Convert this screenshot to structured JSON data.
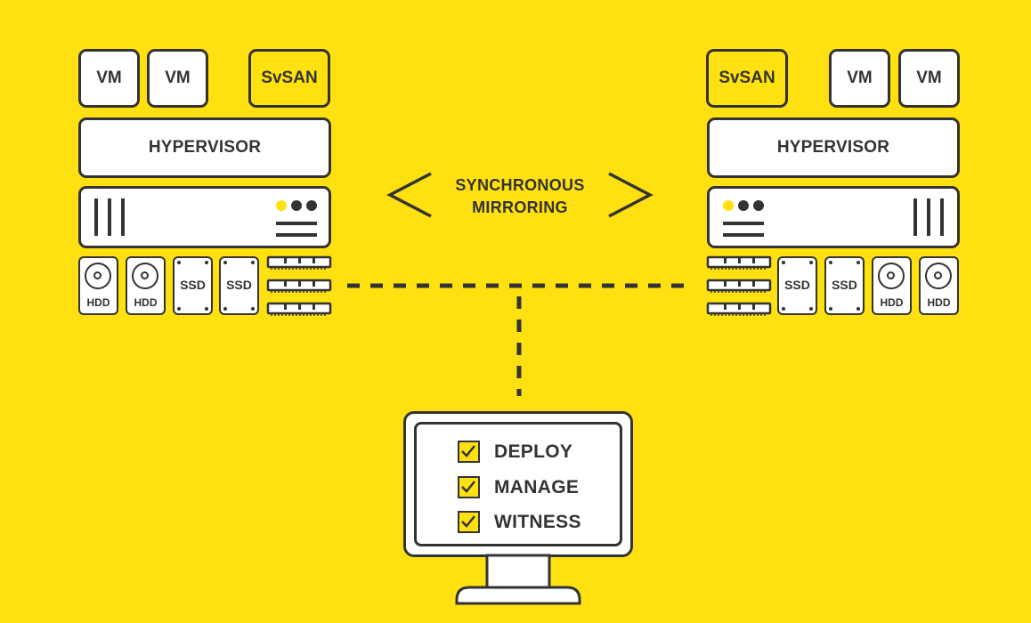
{
  "left_host": {
    "vm1": "VM",
    "vm2": "VM",
    "svsan": "SvSAN",
    "hypervisor": "HYPERVISOR",
    "disks": [
      "HDD",
      "HDD",
      "SSD",
      "SSD"
    ]
  },
  "right_host": {
    "svsan": "SvSAN",
    "vm1": "VM",
    "vm2": "VM",
    "hypervisor": "HYPERVISOR",
    "disks": [
      "SSD",
      "SSD",
      "HDD",
      "HDD"
    ]
  },
  "mirroring": {
    "line1": "SYNCHRONOUS",
    "line2": "MIRRORING"
  },
  "console": {
    "items": [
      "DEPLOY",
      "MANAGE",
      "WITNESS"
    ]
  },
  "colors": {
    "background": "#FFE011",
    "stroke": "#333333",
    "fill": "#FFFFFF"
  }
}
